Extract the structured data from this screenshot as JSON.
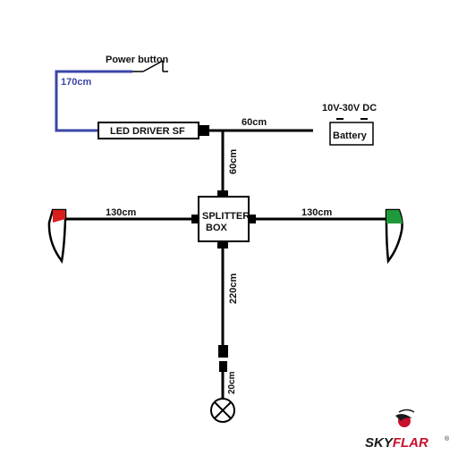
{
  "labels": {
    "power_button": "Power button",
    "blue_length": "170cm",
    "driver": "LED DRIVER SF",
    "driver_to_battery": "60cm",
    "battery_voltage": "10V-30V DC",
    "battery": "Battery",
    "driver_to_splitter": "60cm",
    "splitter_line1": "SPLITTER",
    "splitter_line2": "BOX",
    "left_length": "130cm",
    "right_length": "130cm",
    "bottom_length": "220cm",
    "lamp_length": "20cm"
  },
  "brand": {
    "name_part1": "SKY",
    "name_part2": "FLAR",
    "registered": "®"
  },
  "colors": {
    "wire": "#000000",
    "blue_wire": "#3a46a8",
    "red_light": "#d81e1e",
    "green_light": "#1f9a3a",
    "brand_dark": "#1a1a1a",
    "brand_red": "#c8102e"
  }
}
